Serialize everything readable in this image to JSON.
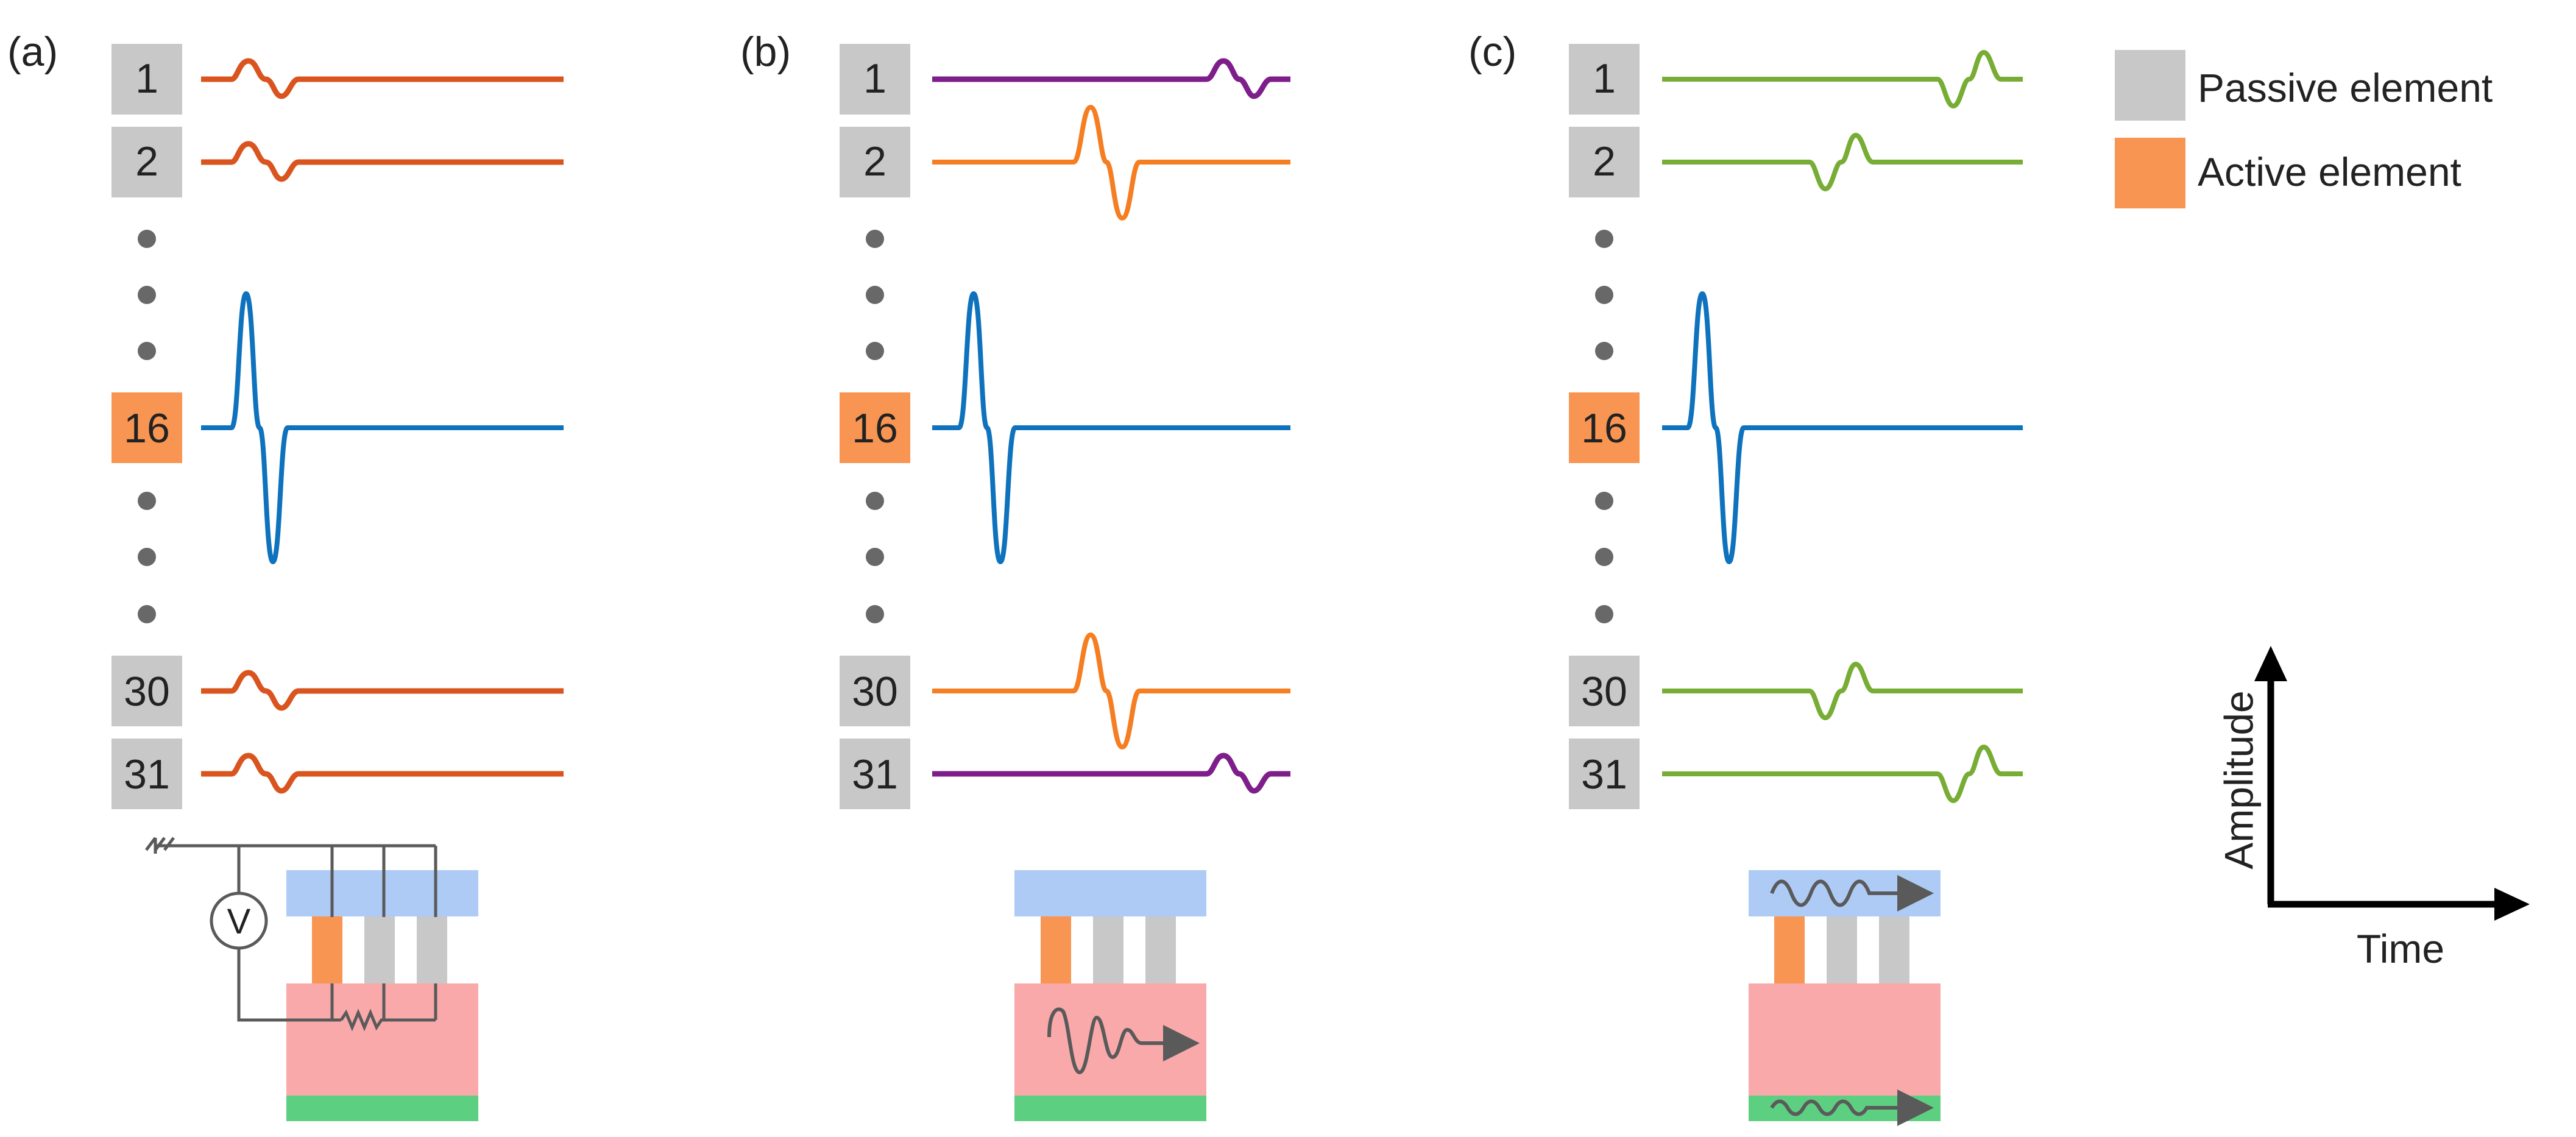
{
  "panels": [
    {
      "label": "(a)",
      "channels": [
        "1",
        "2",
        "16",
        "30",
        "31"
      ],
      "signal_colors": {
        "near": "#d9541e",
        "far": "#d9541e",
        "active": "#0f72bd"
      }
    },
    {
      "label": "(b)",
      "channels": [
        "1",
        "2",
        "16",
        "30",
        "31"
      ],
      "signal_colors": {
        "near": "#f57e22",
        "far": "#7e1e8a",
        "active": "#0f72bd"
      }
    },
    {
      "label": "(c)",
      "channels": [
        "1",
        "2",
        "16",
        "30",
        "31"
      ],
      "signal_colors": {
        "near": "#78ad35",
        "far": "#78ad35",
        "active": "#0f72bd"
      }
    }
  ],
  "legend": {
    "passive": {
      "label": "Passive element",
      "color": "#c8c8c8"
    },
    "active": {
      "label": "Active element",
      "color": "#f89553"
    }
  },
  "axes": {
    "y_label": "Amplitude",
    "x_label": "Time"
  },
  "circuit": {
    "voltmeter_label": "V"
  },
  "colors": {
    "top_layer": "#aecbf5",
    "substrate": "#f9a9a9",
    "bottom_layer": "#5dcf81",
    "dots": "#686868",
    "wires": "#5a5a5a",
    "text": "#222222"
  }
}
